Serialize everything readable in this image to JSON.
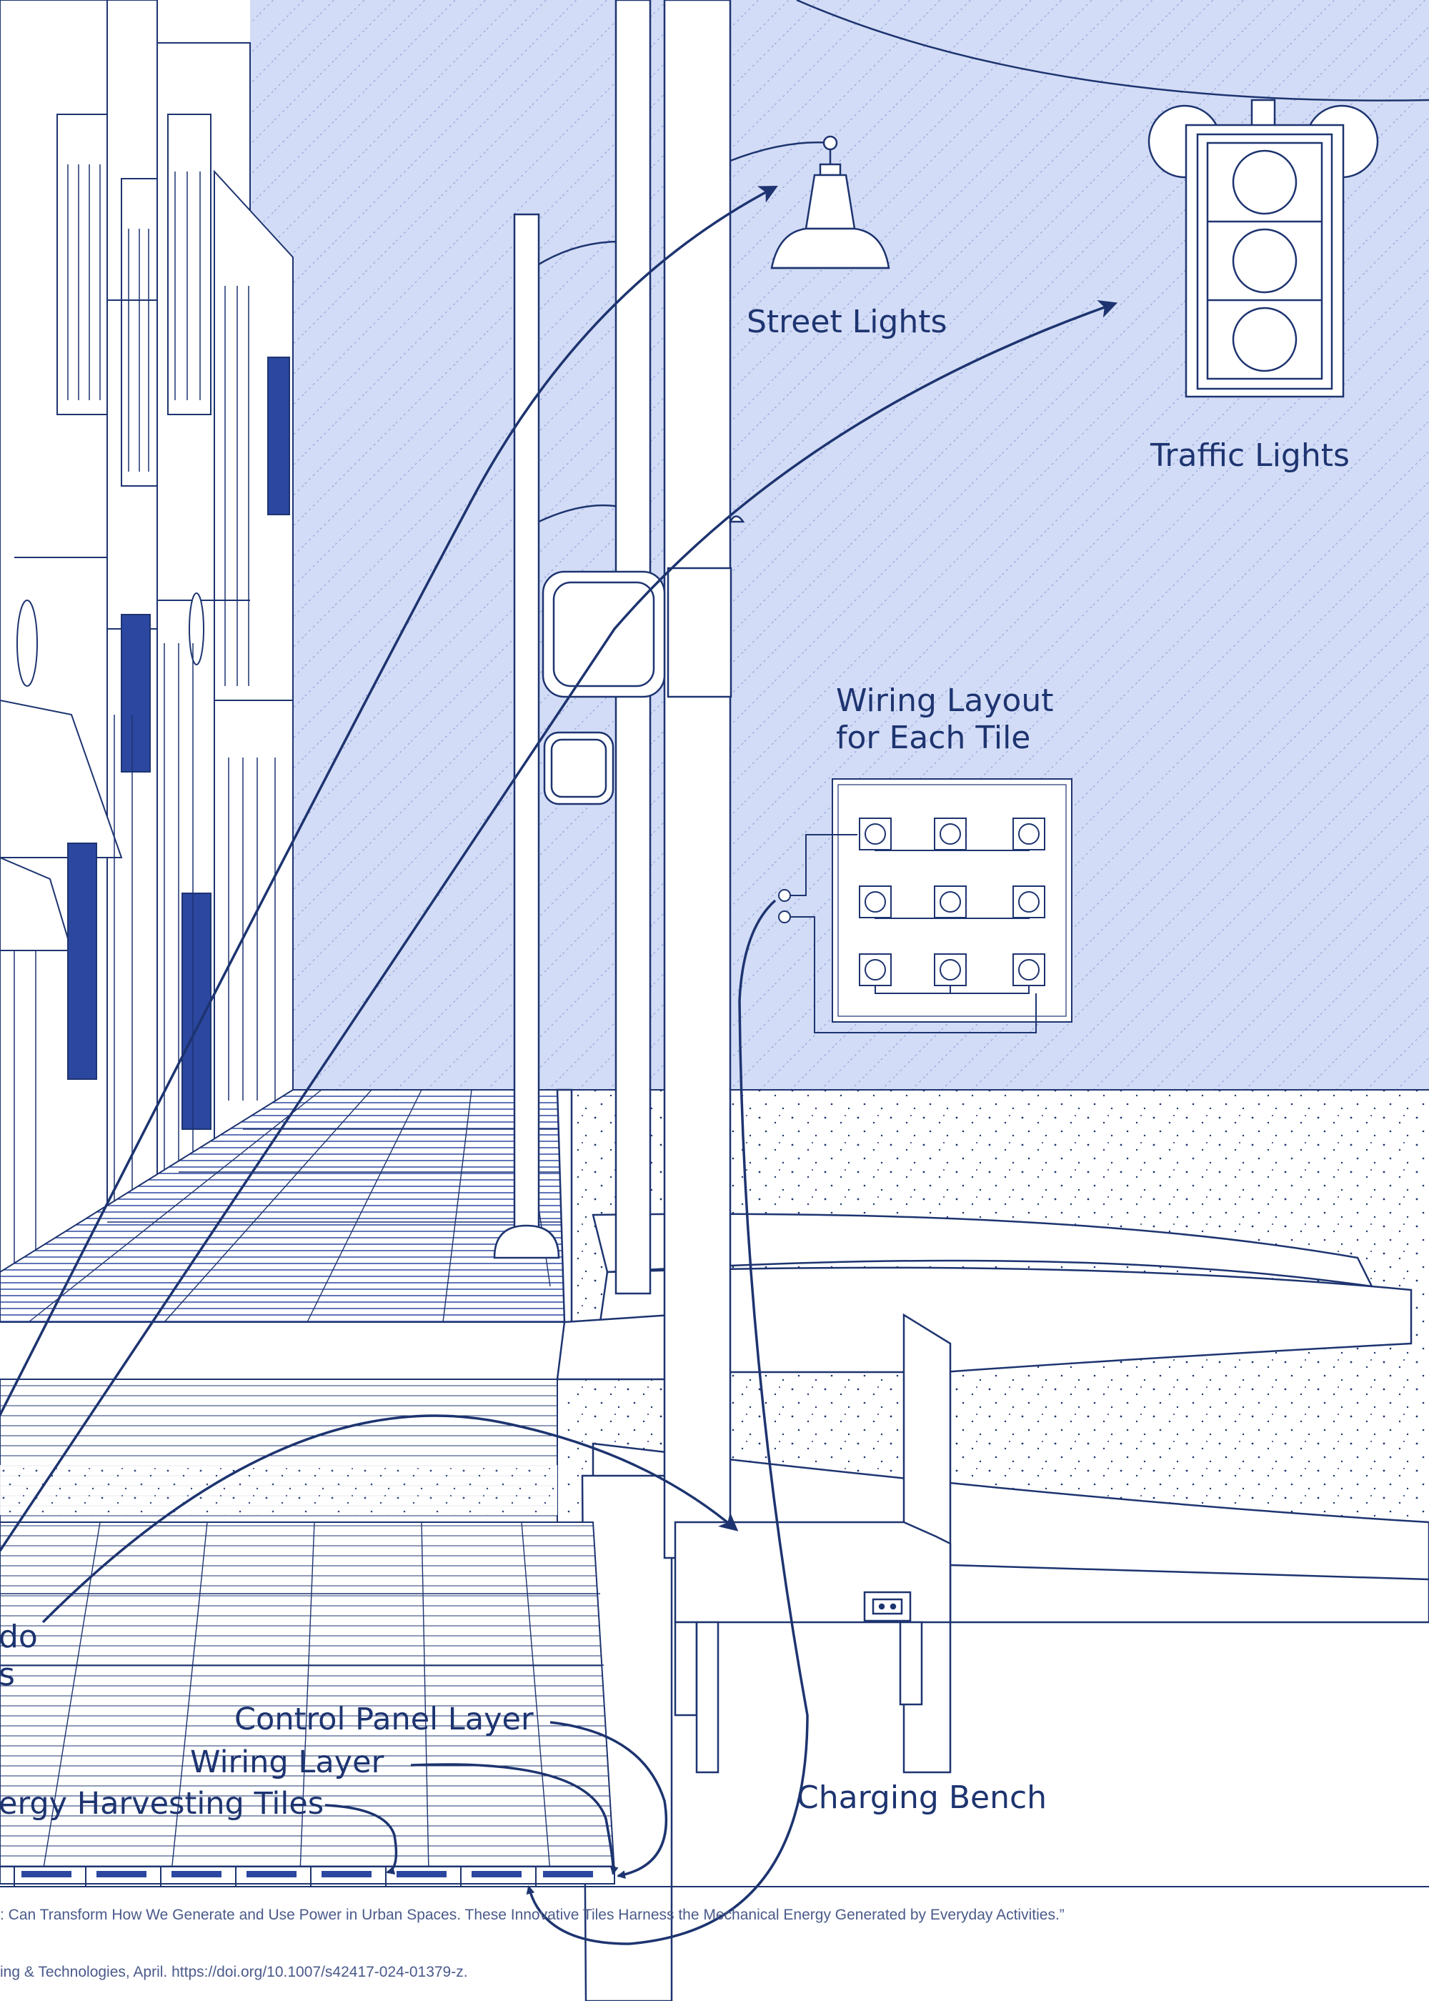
{
  "labels": {
    "street_lights": "Street Lights",
    "traffic_lights": "Traffic Lights",
    "wiring_layout_line1": "Wiring Layout",
    "wiring_layout_line2": "for Each Tile",
    "control_panel_layer": "Control Panel Layer",
    "wiring_layer": "Wiring Layer",
    "energy_harvesting_tiles": "ergy Harvesting Tiles",
    "charging_bench": "Charging Bench",
    "cut_off_line1": "do",
    "cut_off_line2": "s"
  },
  "citation": {
    "line1": ": Can Transform How We Generate and Use Power in Urban Spaces. These Innovative Tiles Harness the Mechanical Energy Generated by Everyday Activities.”",
    "line2": "ing & Technologies, April. https://doi.org/10.1007/s42417-024-01379-z."
  },
  "colors": {
    "ink": "#1d3470",
    "sky": "#d3dcf6",
    "hatch": "#7f92d4",
    "paper": "#ffffff"
  },
  "icons": [
    "street-lamp",
    "traffic-light",
    "charging-outlet",
    "tile-wiring-grid"
  ]
}
